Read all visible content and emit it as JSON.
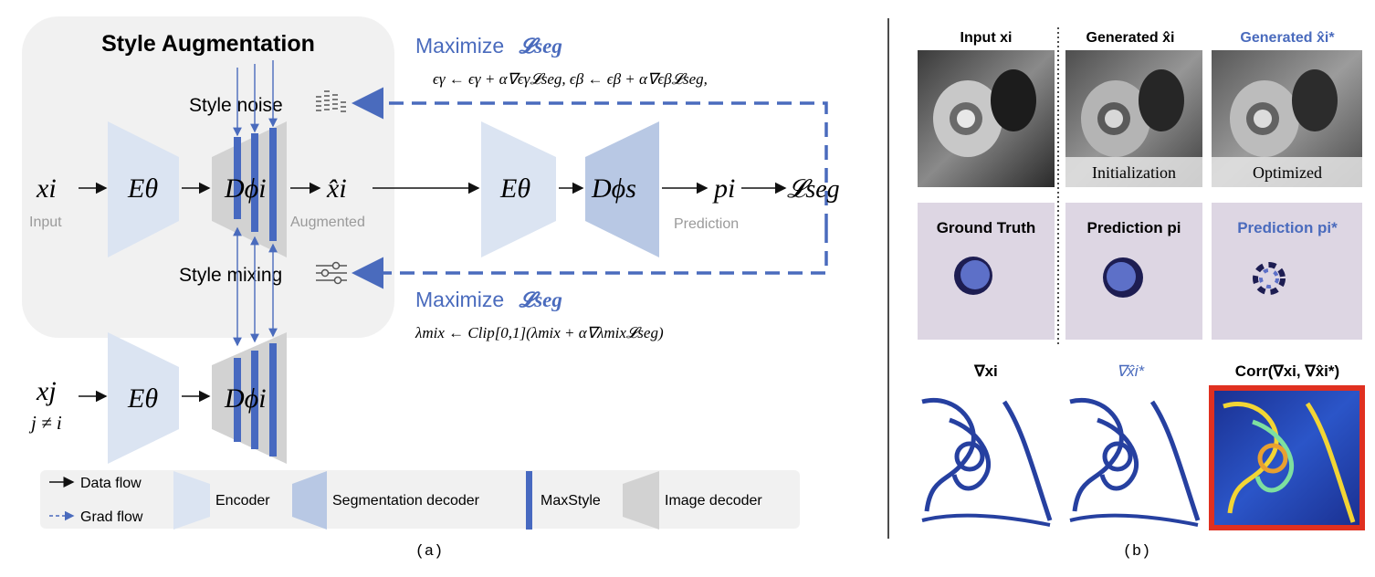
{
  "panel_a": {
    "title": "Style Augmentation",
    "style_noise": "Style noise",
    "style_mixing": "Style mixing",
    "maximize_label": "Maximize",
    "loss_seg": "𝓛seg",
    "eq_noise": "ϵγ ← ϵγ + α∇ϵγ𝓛seg,  ϵβ ← ϵβ + α∇ϵβ𝓛seg,",
    "eq_mix": "λmix ← Clip[0,1](λmix + α∇λmix𝓛seg)",
    "x_i": "xi",
    "input_label": "Input",
    "x_hat_i": "x̂i",
    "augmented_label": "Augmented",
    "encoder_symbol": "Eθ",
    "image_decoder_symbol": "Dϕi",
    "seg_decoder_symbol": "Dϕs",
    "p_i": "pi",
    "prediction_label": "Prediction",
    "loss_out": "𝓛seg",
    "x_j": "xj",
    "j_neq_i": "j ≠ i",
    "legend": {
      "data_flow": "Data flow",
      "grad_flow": "Grad flow",
      "encoder": "Encoder",
      "seg_decoder": "Segmentation decoder",
      "maxstyle": "MaxStyle",
      "image_decoder": "Image decoder"
    },
    "caption": "(a)"
  },
  "panel_b": {
    "col1_title": "Input xi",
    "col2_title": "Generated x̂i",
    "col3_title": "Generated x̂i*",
    "init_label": "Initialization",
    "opt_label": "Optimized",
    "gt_label": "Ground Truth",
    "pred_label": "Prediction pi",
    "pred_star_label": "Prediction pi*",
    "grad_x": "∇xi",
    "grad_xhat": "∇x̂i*",
    "corr": "Corr(∇xi, ∇x̂i*)",
    "caption": "(b)"
  },
  "colors": {
    "blue_text": "#4a6bbd",
    "encoder_fill": "#dbe4f2",
    "seg_decoder_fill": "#b8c8e4",
    "image_decoder_fill": "#d2d2d2",
    "maxstyle_bar": "#4769c0",
    "panel_bg": "#f1f1f1"
  }
}
